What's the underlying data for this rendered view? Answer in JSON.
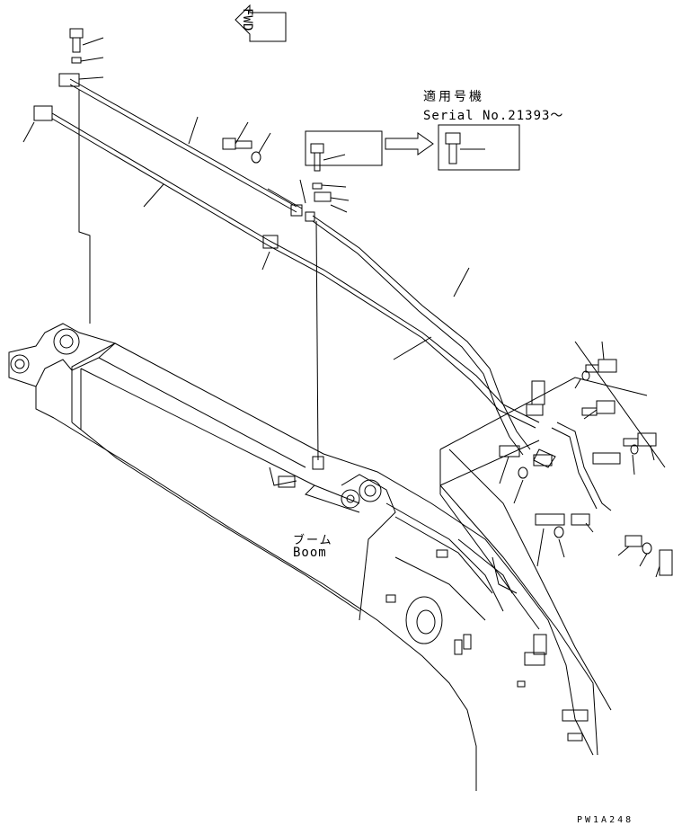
{
  "labels": {
    "fwd": "FWD",
    "applicable_serial_jp": "適用号機",
    "serial_no": "Serial No.21393〜",
    "boom_jp": "ブーム",
    "boom": "Boom",
    "drawing_code": "PW1A248"
  }
}
